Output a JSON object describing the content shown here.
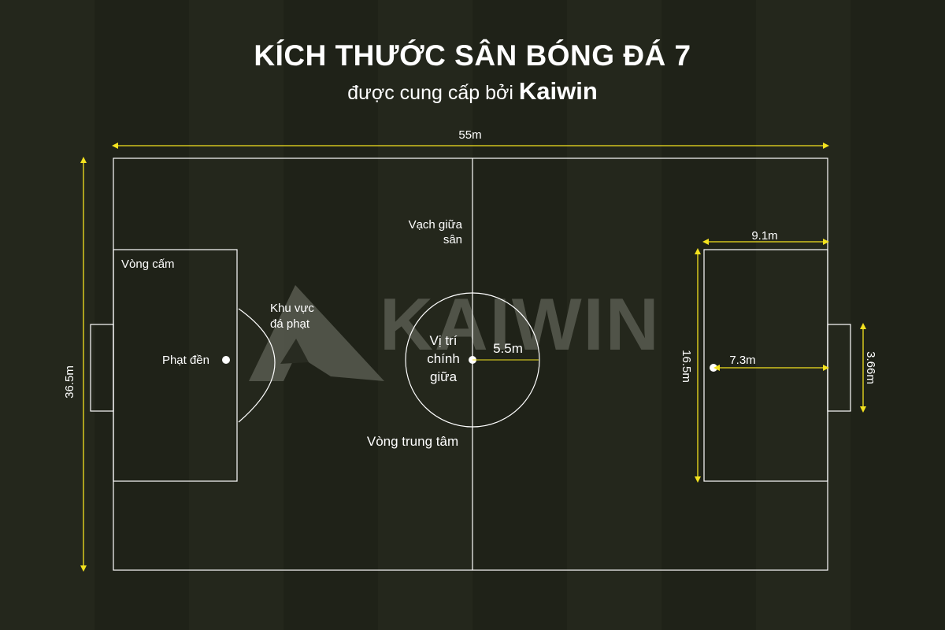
{
  "header": {
    "title": "KÍCH THƯỚC SÂN BÓNG ĐÁ 7",
    "subtitle_prefix": "được cung cấp bởi",
    "subtitle_brand": "Kaiwin"
  },
  "watermark": {
    "text": "KAIWIN"
  },
  "dimensions": {
    "field_length": "55m",
    "field_width": "36.5m",
    "penalty_area_depth": "9.1m",
    "penalty_area_width": "16.5m",
    "penalty_spot_distance": "7.3m",
    "goal_width": "3.66m",
    "center_circle_radius": "5.5m"
  },
  "labels": {
    "halfway_line_1": "Vạch giữa",
    "halfway_line_2": "sân",
    "penalty_area": "Vòng cấm",
    "penalty_arc_1": "Khu vực",
    "penalty_arc_2": "đá phạt",
    "penalty_spot": "Phạt đền",
    "center_spot_1": "Vị trí",
    "center_spot_2": "chính",
    "center_spot_3": "giữa",
    "center_circle": "Vòng trung tâm"
  },
  "colors": {
    "background": "#22251b",
    "lines": "#ffffff",
    "dimension_arrows": "#f3e21f",
    "watermark": "#5a5d52"
  }
}
